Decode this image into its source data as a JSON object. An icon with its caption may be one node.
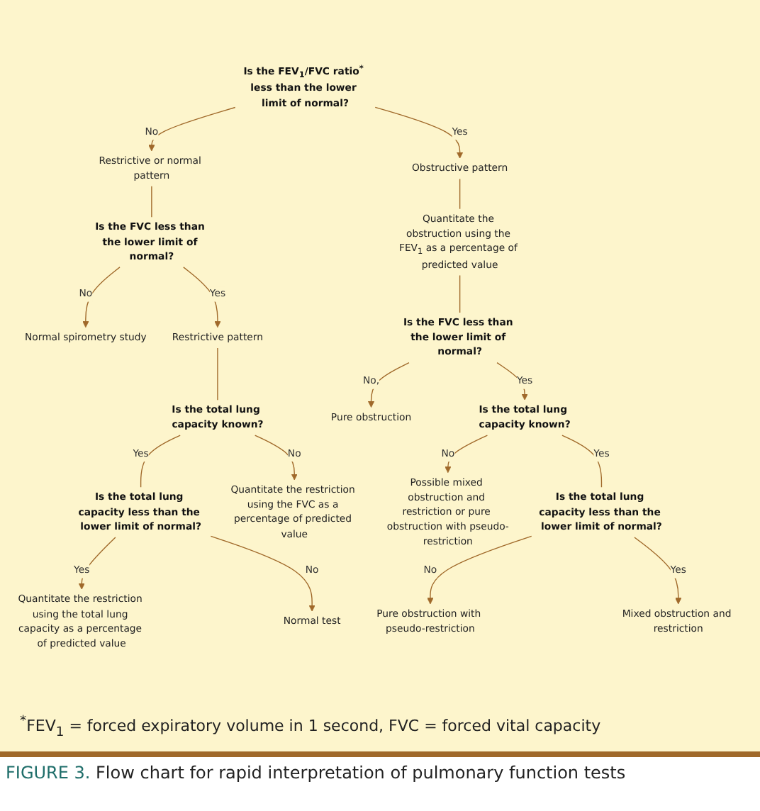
{
  "diagram": {
    "caption": "**FIGURE 3.** Flow chart for rapid interpretation of pulmonary function tests",
    "nodes": [
      {
        "text": [
          "Is the FEV$_{1}$/FVC ratio$^{*}$ less than the lower limit of normal?"
        ]
      },
      {
        "text": [
          "Restrictive or normal pattern"
        ]
      },
      {
        "text": [
          "Obstructive pattern"
        ]
      },
      {
        "text": [
          "Is the FVC less than the lower limit of normal?"
        ]
      },
      {
        "text": [
          "Quantitate the obstruction using the FEV$_{1}$ as a percentage of predicted value"
        ]
      },
      {
        "text": [
          "Is the FVC less than the lower limit of normal?"
        ]
      },
      {
        "text": [
          "Normal spirometry study"
        ]
      },
      {
        "text": [
          "Restrictive pattern"
        ]
      },
      {
        "text": [
          "Pure obstruction"
        ]
      },
      {
        "text": [
          "Is the total lung capacity known?"
        ]
      },
      {
        "text": [
          "Is the total lung capacity known?"
        ]
      },
      {
        "text": [
          "Is the total lung capacity less than the lower limit of normal?"
        ]
      },
      {
        "text": [
          "Quantitate the restriction using the FVC as a percentage of predicted value"
        ]
      },
      {
        "text": [
          "Possible mixed obstruction and restriction or pure obstruction with pseudo-restriction"
        ]
      },
      {
        "text": [
          "Is the total lung capacity less than the lower limit of normal?"
        ]
      },
      {
        "text": [
          "Quantitate the restriction using the total lung capacity as a percentage of predicted value"
        ]
      },
      {
        "text": [
          "Normal test"
        ]
      },
      {
        "text": [
          "Pure obstruction with pseudo-restriction"
        ]
      },
      {
        "text": [
          "Mixed obstruction and restriction"
        ]
      }
    ],
    "edges": [
      {
        "from": 0,
        "to": 1,
        "arrow": "to",
        "label": "No"
      },
      {
        "from": 0,
        "to": 2,
        "arrow": "to",
        "label": "Yes"
      },
      {
        "from": 1,
        "to": 3,
        "arrow": "none"
      },
      {
        "from": 2,
        "to": 4,
        "arrow": "none"
      },
      {
        "from": 4,
        "to": 5,
        "arrow": "none"
      },
      {
        "from": 3,
        "to": 6,
        "arrow": "to",
        "label": "No"
      },
      {
        "from": 3,
        "to": 7,
        "arrow": "to",
        "label": "Yes"
      },
      {
        "from": 5,
        "to": 8,
        "arrow": "to",
        "label": "No,"
      },
      {
        "from": 5,
        "to": 10,
        "arrow": "to",
        "label": "Yes"
      },
      {
        "from": 7,
        "to": 9,
        "arrow": "none"
      },
      {
        "from": 9,
        "to": 11,
        "arrow": "none",
        "label": "Yes"
      },
      {
        "from": 9,
        "to": 12,
        "arrow": "to",
        "label": "No"
      },
      {
        "from": 10,
        "to": 13,
        "arrow": "to",
        "label": "No"
      },
      {
        "from": 10,
        "to": 14,
        "arrow": "none",
        "label": "Yes"
      },
      {
        "from": 11,
        "to": 15,
        "arrow": "to",
        "label": "Yes"
      },
      {
        "from": 11,
        "to": 16,
        "arrow": "to",
        "label": "No"
      },
      {
        "from": 14,
        "to": 17,
        "arrow": "to",
        "label": "No"
      },
      {
        "from": 14,
        "to": 18,
        "arrow": "to",
        "label": "Yes"
      }
    ],
    "labels": [
      "$^{*}$FEV$_{1}$ = forced expiratory volume in 1 second, FVC = forced vital capacity"
    ]
  }
}
